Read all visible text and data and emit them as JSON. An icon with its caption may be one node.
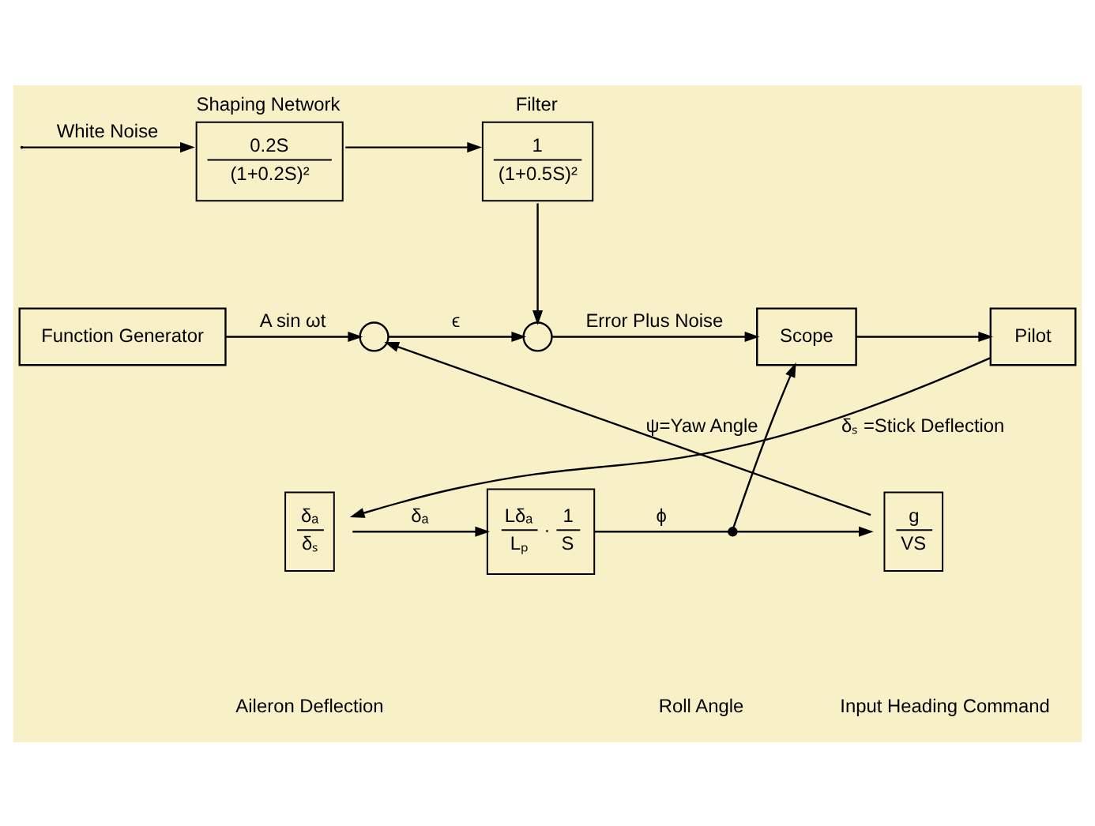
{
  "diagram": {
    "nodes": [
      {
        "text": [
          "Shaping Network",
          "0.2S",
          "(1+0.2S)²"
        ]
      },
      {
        "text": [
          "Filter",
          "1",
          "(1+0.5S)²"
        ]
      },
      {
        "text": [
          "Function Generator"
        ]
      },
      {
        "text": [],
        "shape": "circle"
      },
      {
        "text": [],
        "shape": "circle"
      },
      {
        "text": [
          "Scope"
        ]
      },
      {
        "text": [
          "Pilot"
        ]
      },
      {
        "text": [
          "δₐ",
          "δₛ"
        ]
      },
      {
        "text": [
          "Lδₐ",
          "Lₚ",
          "·",
          "1",
          "S"
        ]
      },
      {
        "text": [
          "g",
          "VS"
        ]
      },
      {
        "text": [],
        "shape": "dot"
      }
    ],
    "edges": [
      {
        "from": null,
        "to": 0,
        "arrow": "to",
        "label": "White Noise"
      },
      {
        "from": 0,
        "to": 1,
        "arrow": "to"
      },
      {
        "from": 1,
        "to": 4,
        "arrow": "to"
      },
      {
        "from": 2,
        "to": 3,
        "arrow": "to",
        "label": "A sin ωt"
      },
      {
        "from": 3,
        "to": 4,
        "arrow": "to",
        "label": "ϵ"
      },
      {
        "from": 4,
        "to": 5,
        "arrow": "to",
        "label": "Error Plus Noise"
      },
      {
        "from": 10,
        "to": 5,
        "arrow": "to"
      },
      {
        "from": 5,
        "to": 6,
        "arrow": "to"
      },
      {
        "from": 6,
        "to": 7,
        "arrow": "to",
        "label": "δₛ =Stick Deflection"
      },
      {
        "from": 7,
        "to": 8,
        "arrow": "to",
        "label": "δₐ"
      },
      {
        "from": 8,
        "to": 10,
        "arrow": "none",
        "label": "ϕ"
      },
      {
        "from": 10,
        "to": 9,
        "arrow": "to"
      },
      {
        "from": 9,
        "to": 3,
        "arrow": "to",
        "label": "ψ=Yaw Angle"
      }
    ],
    "labels": [
      "Input Heading Command",
      "Aileron Deflection",
      "Roll Angle"
    ]
  }
}
